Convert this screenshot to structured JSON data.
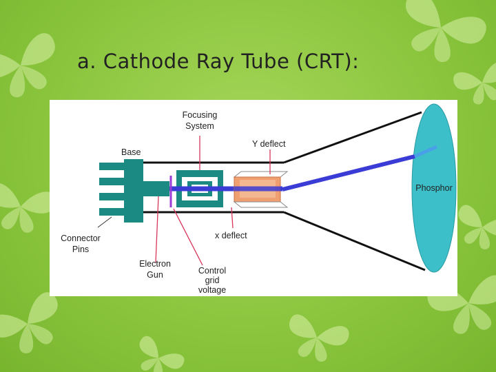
{
  "slide": {
    "title": "a. Cathode Ray Tube (CRT):"
  },
  "diagram": {
    "labels": {
      "focusing_line1": "Focusing",
      "focusing_line2": "System",
      "y_deflect": "Y deflect",
      "base": "Base",
      "phosphor": "Phosphor",
      "connector_line1": "Connector",
      "connector_line2": "Pins",
      "x_deflect": "x deflect",
      "electron_line1": "Electron",
      "electron_line2": "Gun",
      "control_line1": "Control",
      "control_line2": "grid",
      "control_line3": "voltage"
    }
  },
  "colors": {
    "slide_background": "#8cc63f",
    "connector_teal": "#1a8a82",
    "beam": "#3b3bd6",
    "screen": "#3cbfc8",
    "grid_line": "#9b3bd6",
    "leader_line": "#d9345a",
    "deflector_orange": "#f0a070"
  }
}
